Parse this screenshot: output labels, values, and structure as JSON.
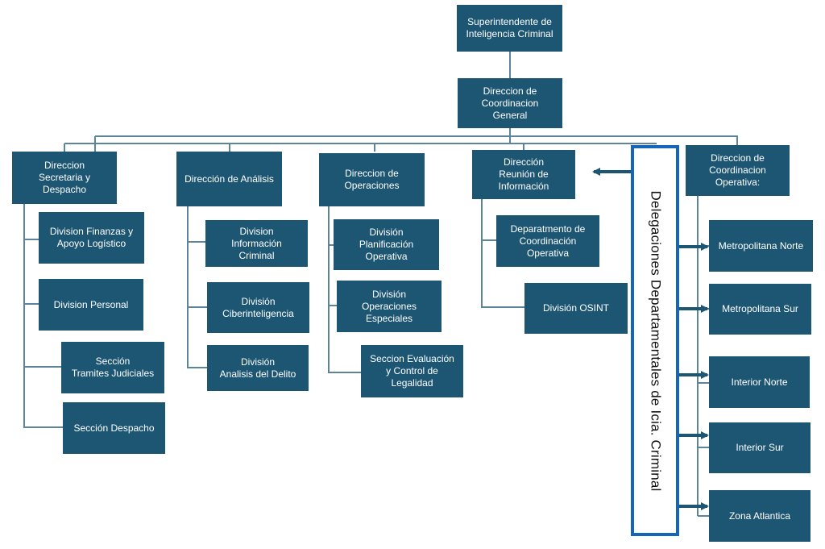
{
  "nodes": {
    "superintendente": "Superintendente de\nInteligencia Criminal",
    "coordinacion_general": "Direccion de\nCoordinacion\nGeneral",
    "secretaria": "Direccion\nSecretaria y\nDespacho",
    "analisis": "Dirección de Análisis",
    "operaciones": "Direccion de\nOperaciones",
    "reunion": "Dirección\nReunión de\nInformación",
    "coord_operativa": "Direccion de\nCoordinacion\nOperativa:",
    "finanzas": "Division Finanzas y\nApoyo Logístico",
    "personal": "Division Personal",
    "tramites": "Sección\nTramites Judiciales",
    "despacho": "Sección Despacho",
    "info_criminal": "Division\nInformación\nCriminal",
    "ciberinteligencia": "División\nCiberinteligencia",
    "analisis_delito": "División\nAnalisis del Delito",
    "planificacion": "División\nPlanificación\nOperativa",
    "op_especiales": "División\nOperaciones\nEspeciales",
    "evaluacion": "Seccion Evaluación\ny Control de\nLegalidad",
    "dep_coordinacion": "Deparatmento de\nCoordinación\nOperativa",
    "osint": "División OSINT",
    "metro_norte": "Metropolitana Norte",
    "metro_sur": "Metropolitana Sur",
    "interior_norte": "Interior Norte",
    "interior_sur": "Interior Sur",
    "zona_atlantica": "Zona Atlantica"
  },
  "delegaciones": "Delegaciones Departamentales de Icia. Criminal",
  "colors": {
    "box": "#1d5673",
    "line": "#5d8599",
    "frame": "#1565b8",
    "arrow": "#1d5673"
  }
}
